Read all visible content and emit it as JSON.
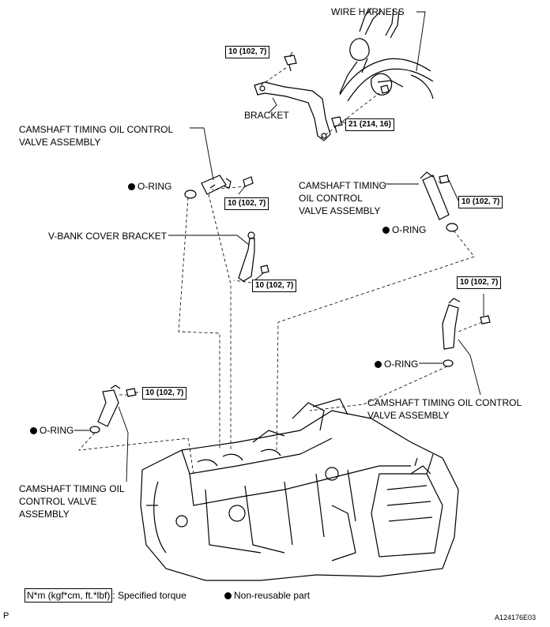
{
  "labels": {
    "wire_harness": "WIRE HARNESS",
    "bracket": "BRACKET",
    "ocv_tl_line1": "CAMSHAFT TIMING OIL CONTROL",
    "ocv_tl_line2": "VALVE ASSEMBLY",
    "ocv_tr_line1": "CAMSHAFT TIMING",
    "ocv_tr_line2": "OIL CONTROL",
    "ocv_tr_line3": "VALVE ASSEMBLY",
    "vbank": "V-BANK COVER BRACKET",
    "ocv_mr_line1": "CAMSHAFT TIMING OIL CONTROL",
    "ocv_mr_line2": "VALVE ASSEMBLY",
    "ocv_bl_line1": "CAMSHAFT TIMING OIL",
    "ocv_bl_line2": "CONTROL VALVE",
    "ocv_bl_line3": "ASSEMBLY"
  },
  "torques": {
    "t1": "10 (102, 7)",
    "t2": "21 (214, 16)",
    "t3": "10 (102, 7)",
    "t4": "10 (102, 7)",
    "t5": "10 (102, 7)",
    "t6": "10 (102, 7)",
    "t7": "10 (102, 7)"
  },
  "oring": "O-RING",
  "legend": {
    "torque_unit": "N*m (kgf*cm, ft.*lbf)",
    "torque_text": ": Specified torque",
    "nonreusable": "Non-reusable part"
  },
  "corner_left": "P",
  "corner_right": "A124176E03"
}
